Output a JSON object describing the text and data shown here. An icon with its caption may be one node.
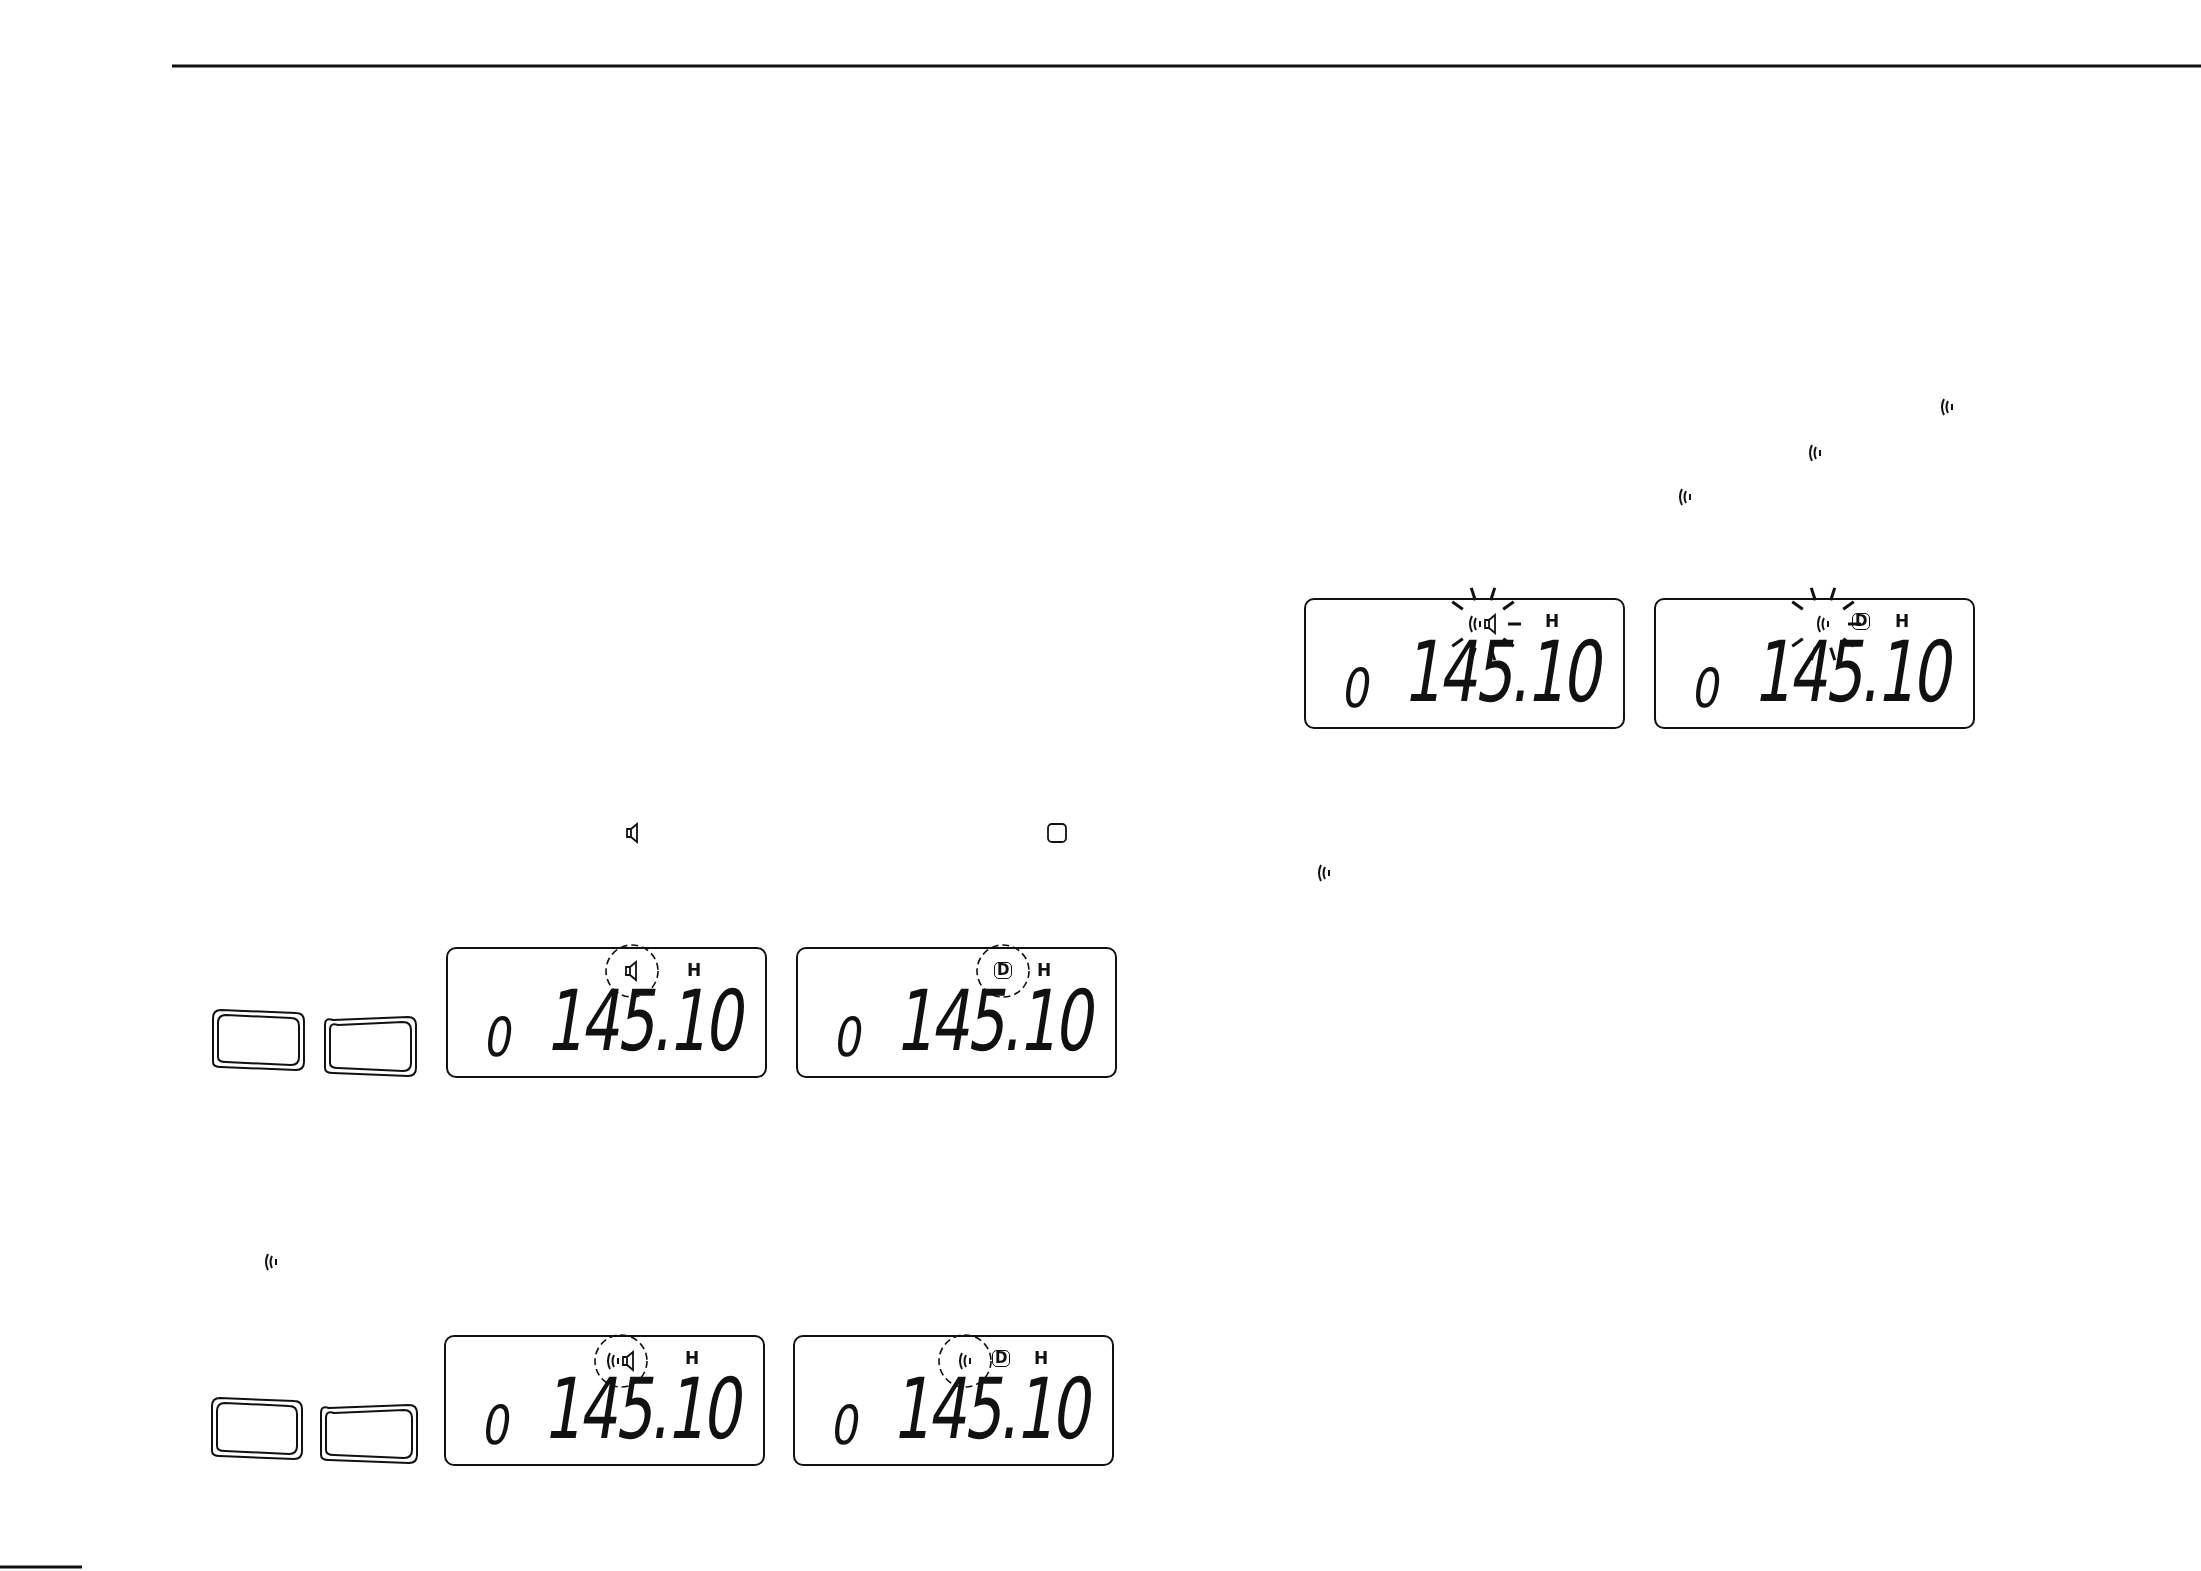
{
  "diagram": {
    "nodes": [
      {
        "text": [],
        "shape": "box"
      },
      {
        "text": [],
        "shape": "box"
      },
      {
        "text": [
          "H",
          "0",
          "145.10"
        ]
      },
      {
        "text": [
          "D",
          "H",
          "0",
          "145.10"
        ]
      },
      {
        "text": [],
        "shape": "box"
      },
      {
        "text": [],
        "shape": "box"
      },
      {
        "text": [
          "H",
          "0",
          "145.10"
        ]
      },
      {
        "text": [
          "D",
          "H",
          "0",
          "145.10"
        ]
      },
      {
        "text": [
          "H",
          "0",
          "145.10"
        ]
      },
      {
        "text": [
          "D",
          "H",
          "0",
          "145.10"
        ]
      }
    ]
  }
}
